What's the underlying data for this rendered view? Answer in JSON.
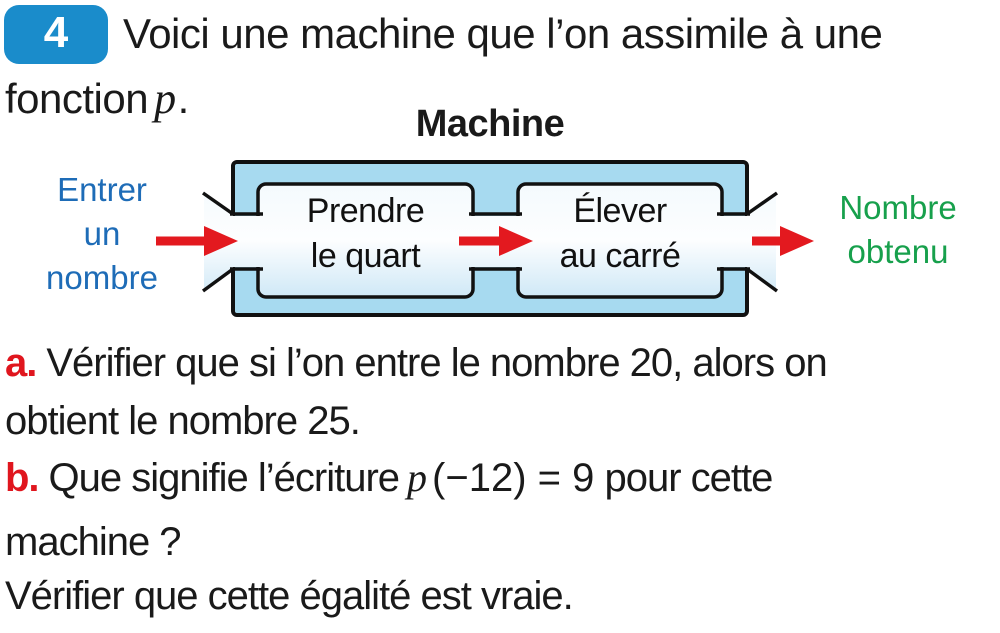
{
  "exercise": {
    "number": "4",
    "intro_line1": "Voici une machine que l’on assimile à une",
    "intro_line2_prefix": "fonction",
    "intro_function_symbol": "p",
    "intro_line2_suffix": "."
  },
  "diagram": {
    "title": "Machine",
    "input_label": "Entrer\nun\nnombre",
    "output_label": "Nombre\nobtenu",
    "step1_label": "Prendre\nle quart",
    "step2_label": "Élever\nau carré"
  },
  "questions": {
    "a_label": "a.",
    "a_line1": "Vérifier que si l’on entre le nombre 20, alors on",
    "a_line2": "obtient le nombre 25.",
    "b_label": "b.",
    "b_line1_pre": "Que signifie l’écriture",
    "b_math_symbol": "p",
    "b_math_rest": "(−12) = 9",
    "b_line1_post": " pour cette",
    "b_line2": "machine ?",
    "b_line3": "Vérifier que cette égalité est vraie."
  },
  "colors": {
    "badge_blue": "#1a8ccb",
    "machine_fill": "#a7daf0",
    "machine_inner_top": "#f4fafd",
    "machine_inner_bottom": "#d5eaf7",
    "accent_red": "#e0161e",
    "input_text_blue": "#1e6cb7",
    "output_text_green": "#17a04c",
    "body_text": "#1a1a1a"
  }
}
